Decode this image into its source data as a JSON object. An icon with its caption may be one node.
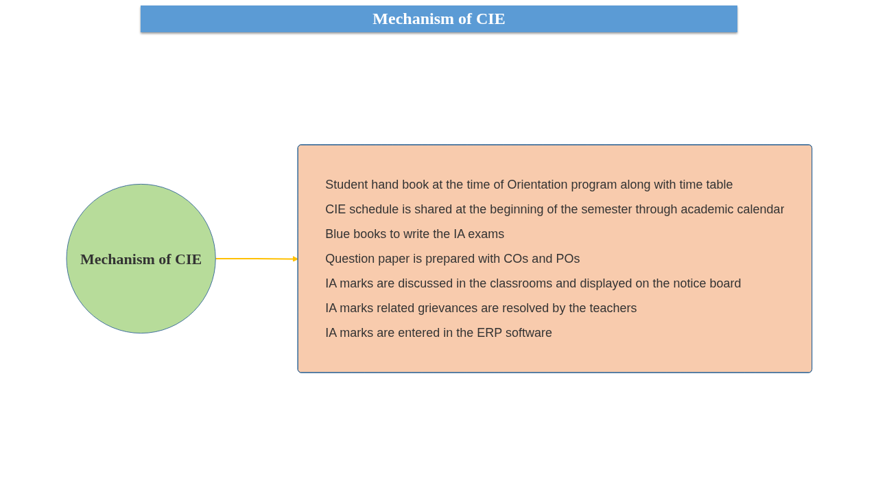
{
  "diagram": {
    "title": "Mechanism of CIE",
    "nodes": [
      {
        "text": [
          "Mechanism of CIE"
        ]
      },
      {
        "text": [
          "Student hand book at the time of Orientation program along with time table",
          "CIE schedule is shared at the beginning of the semester through academic calendar",
          "Blue books to write the IA exams",
          "Question paper is prepared with COs and POs",
          "IA marks are discussed in the classrooms and displayed on the notice board",
          "IA marks related grievances are resolved by the teachers",
          "IA marks are entered in the ERP software"
        ]
      }
    ],
    "edges": [
      {
        "from": 0,
        "to": 1,
        "arrow": "to"
      }
    ]
  }
}
